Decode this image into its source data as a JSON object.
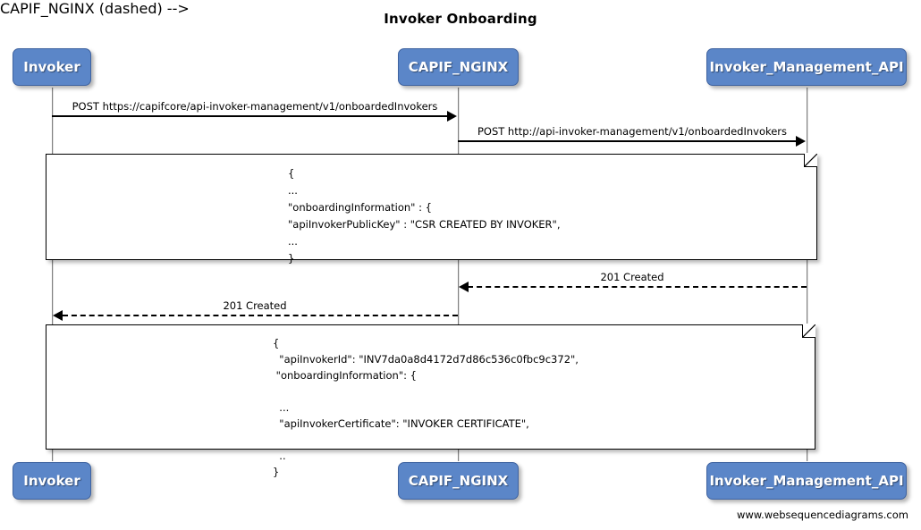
{
  "diagram": {
    "title": "Invoker Onboarding",
    "footer": "www.websequencediagrams.com"
  },
  "participants": [
    {
      "id": "invoker",
      "label": "Invoker"
    },
    {
      "id": "capif_nginx",
      "label": "CAPIF_NGINX"
    },
    {
      "id": "invoker_management_api",
      "label": "Invoker_Management_API"
    }
  ],
  "participants_bottom": [
    {
      "id": "invoker",
      "label": "Invoker"
    },
    {
      "id": "capif_nginx",
      "label": "CAPIF_NGINX"
    },
    {
      "id": "invoker_management_api",
      "label": "Invoker_Management_API"
    }
  ],
  "messages": [
    {
      "id": "msg-1",
      "label": "POST https://capifcore/api-invoker-management/v1/onboardedInvokers",
      "from": "invoker",
      "to": "capif_nginx",
      "direction": "right",
      "style": "solid"
    },
    {
      "id": "msg-2",
      "label": "POST http://api-invoker-management/v1/onboardedInvokers",
      "from": "capif_nginx",
      "to": "invoker_management_api",
      "direction": "right",
      "style": "solid"
    },
    {
      "id": "msg-3",
      "label": "201 Created",
      "from": "invoker_management_api",
      "to": "capif_nginx",
      "direction": "left",
      "style": "dashed"
    },
    {
      "id": "msg-4",
      "label": "201 Created",
      "from": "capif_nginx",
      "to": "invoker",
      "direction": "left",
      "style": "dashed"
    }
  ],
  "notes": [
    {
      "id": "note-request",
      "text": "{\n...\n\"onboardingInformation\" : {\n\"apiInvokerPublicKey\" : \"CSR CREATED BY INVOKER\",\n...\n}"
    },
    {
      "id": "note-response",
      "text": "{\n  \"apiInvokerId\": \"INV7da0a8d4172d7d86c536c0fbc9c372\",\n \"onboardingInformation\": {\n\n  ...\n  \"apiInvokerCertificate\": \"INVOKER CERTIFICATE\",\n\n  ..\n}"
    }
  ],
  "colors": {
    "participant_fill": "#5b86c8",
    "participant_border": "#3f63a0",
    "participant_text": "#ffffff",
    "line": "#000000",
    "lifeline": "#808080",
    "background": "#ffffff"
  }
}
